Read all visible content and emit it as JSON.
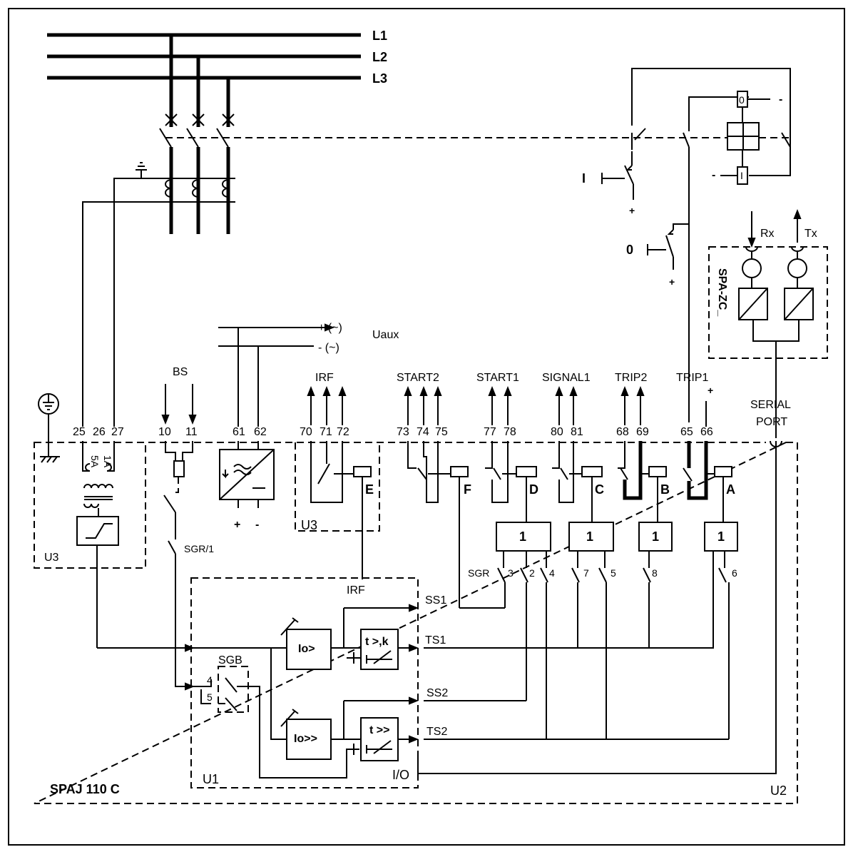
{
  "busbars": [
    "L1",
    "L2",
    "L3"
  ],
  "aux_supply": {
    "label": "Uaux",
    "plus": "+ (~)",
    "minus": "-  (~)"
  },
  "breaker_controls": {
    "close_label": "I",
    "open_label": "0",
    "plus": "+"
  },
  "indicator": {
    "zero": "0",
    "one": "I",
    "minus": "-"
  },
  "spa_zc": {
    "title": "SPA-ZC_",
    "rx": "Rx",
    "tx": "Tx"
  },
  "serial_port": [
    "SERIAL",
    "PORT"
  ],
  "groups": {
    "bs": "BS",
    "irf": "IRF",
    "start2": "START2",
    "start1": "START1",
    "signal1": "SIGNAL1",
    "trip2": "TRIP2",
    "trip1": "TRIP1",
    "trip1_plus": "+"
  },
  "terminals": [
    "25",
    "26",
    "27",
    "10",
    "11",
    "61",
    "62",
    "70",
    "71",
    "72",
    "73",
    "74",
    "75",
    "77",
    "78",
    "80",
    "81",
    "68",
    "69",
    "65",
    "66"
  ],
  "ct_ratings": [
    "1A",
    "5A"
  ],
  "power_terminals": [
    "+",
    "-"
  ],
  "relay_letters": [
    "E",
    "F",
    "D",
    "C",
    "B",
    "A"
  ],
  "or_gate_label": "1",
  "sgr": {
    "prefix": "SGR",
    "numbers": [
      "3",
      "2",
      "4",
      "7",
      "5",
      "8",
      "6"
    ],
    "sgr1": "SGR/1"
  },
  "sgb": {
    "label": "SGB",
    "pins": [
      "4",
      "5"
    ]
  },
  "functions": {
    "io_low": "Io>",
    "io_high": "Io>>",
    "t_low": "t >,k",
    "t_high": "t >>"
  },
  "signals": [
    "SS1",
    "TS1",
    "SS2",
    "TS2"
  ],
  "units": {
    "u1": "U1",
    "u2": "U2",
    "u3_left": "U3",
    "u3_irf": "U3",
    "io": "I/O",
    "irf_label": "IRF"
  },
  "device_name": "SPAJ 110 C"
}
